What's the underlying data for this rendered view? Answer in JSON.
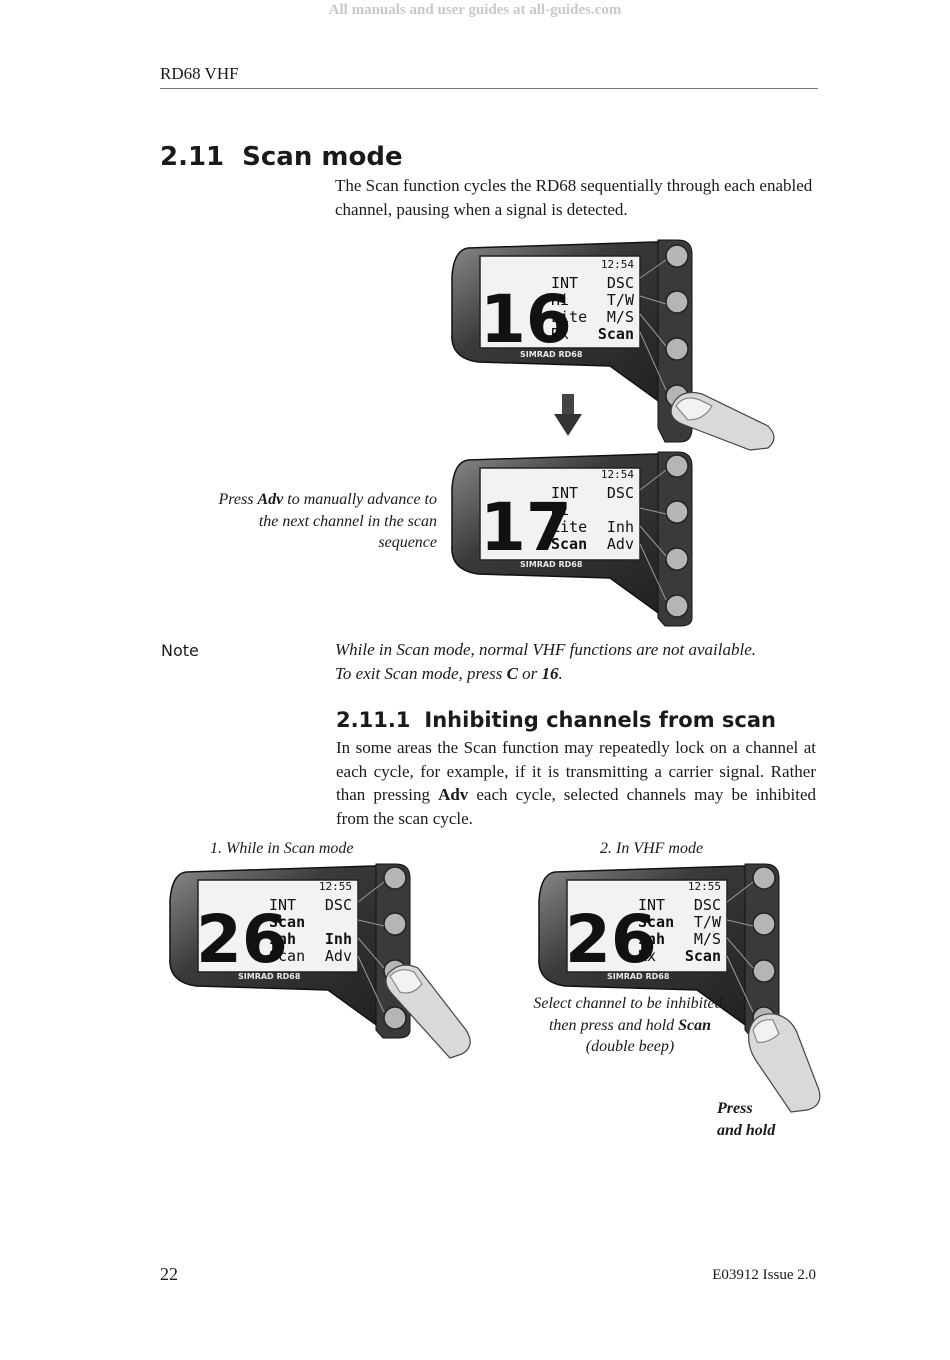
{
  "watermark": "All manuals and user guides at all-guides.com",
  "running_head": "RD68 VHF",
  "section": {
    "number": "2.11",
    "title": "Scan mode"
  },
  "intro": "The Scan function cycles the RD68 sequentially through each enabled channel, pausing when a signal is detected.",
  "caption_adv": {
    "pre": "Press ",
    "bold": "Adv",
    "post": " to manually advance to the next channel in the scan sequence"
  },
  "note": {
    "label": "Note",
    "line1": "While in Scan mode, normal VHF functions are not available.",
    "pre": "To exit Scan mode, press ",
    "key1": "C",
    "mid": " or ",
    "key2": "16",
    "end": "."
  },
  "subsection": {
    "number": "2.11.1",
    "title": "Inhibiting channels from scan"
  },
  "paragraph2": {
    "pre": "In some areas the Scan function may repeatedly lock on a channel at each cycle, for example, if it is transmitting a carrier signal. Rather than pressing ",
    "bold": "Adv",
    "post": " each cycle, selected channels may be inhibited from the scan cycle."
  },
  "caption_step1": "1. While in Scan mode",
  "caption_step2": "2. In VHF mode",
  "caption_select": {
    "pre": "Select channel to be inhibited, then press and hold ",
    "bold": "Scan",
    "post": " (double beep)"
  },
  "press_hold": {
    "line1": "Press",
    "line2": "and hold"
  },
  "displays": [
    {
      "time": "12:54",
      "channel": "16",
      "brand": "SIMRAD RD68",
      "left": [
        "INT",
        "Hi",
        "Lite",
        "Rx"
      ],
      "right": [
        "DSC",
        "T/W",
        "M/S",
        "Scan"
      ]
    },
    {
      "time": "12:54",
      "channel": "17",
      "brand": "SIMRAD RD68",
      "left": [
        "INT",
        "Hi",
        "Lite",
        "Scan"
      ],
      "right": [
        "DSC",
        "",
        "Inh",
        "Adv"
      ]
    },
    {
      "time": "12:55",
      "channel": "26",
      "brand": "SIMRAD RD68",
      "left": [
        "INT",
        "Scan",
        "Inh",
        "Scan"
      ],
      "right": [
        "DSC",
        "",
        "Inh",
        "Adv"
      ]
    },
    {
      "time": "12:55",
      "channel": "26",
      "brand": "SIMRAD RD68",
      "left": [
        "INT",
        "Scan",
        "Inh",
        "Rx"
      ],
      "right": [
        "DSC",
        "T/W",
        "M/S",
        "Scan"
      ]
    }
  ],
  "footer": {
    "page": "22",
    "doc": "E03912  Issue 2.0"
  }
}
